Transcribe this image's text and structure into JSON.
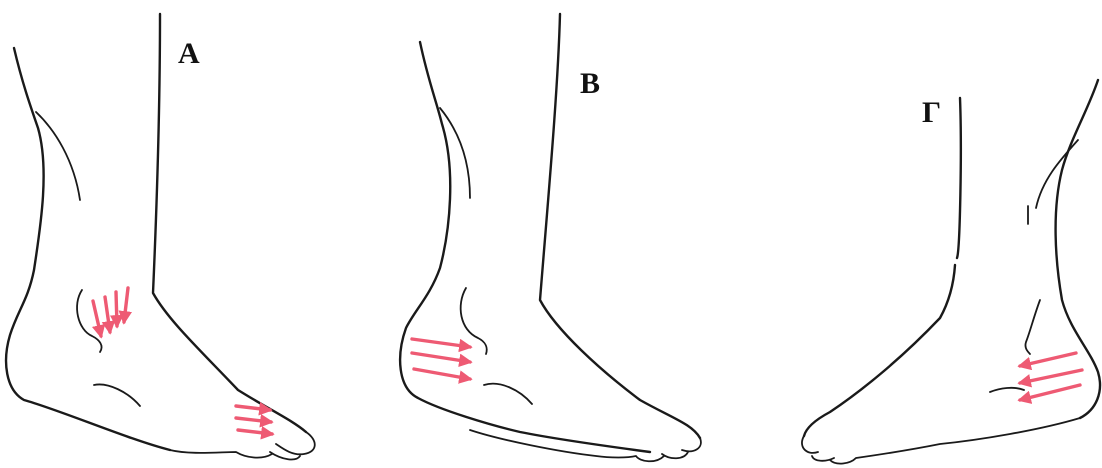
{
  "panels": [
    {
      "id": "a",
      "label": "А"
    },
    {
      "id": "b",
      "label": "В"
    },
    {
      "id": "c",
      "label": "Г"
    }
  ],
  "colors": {
    "line": "#1a1a1a",
    "arrow": "#ee5a73",
    "background": "#ffffff"
  }
}
